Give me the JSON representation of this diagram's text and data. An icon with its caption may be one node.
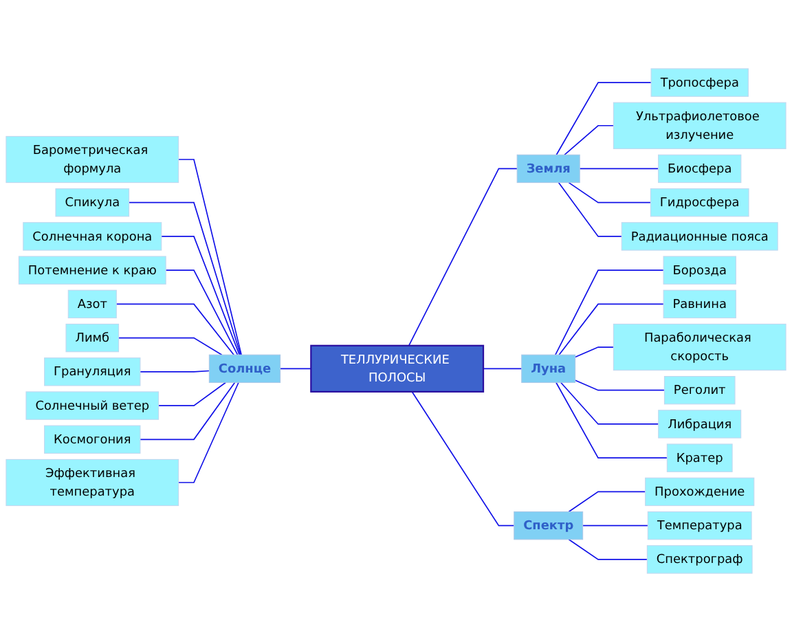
{
  "diagram": {
    "nodes": [
      {
        "text": [
          "ТЕЛЛУРИЧЕСКИЕ ПОЛОСЫ"
        ]
      },
      {
        "text": [
          "Солнце"
        ]
      },
      {
        "text": [
          "Барометрическая формула"
        ]
      },
      {
        "text": [
          "Спикула"
        ]
      },
      {
        "text": [
          "Солнечная корона"
        ]
      },
      {
        "text": [
          "Потемнение к краю"
        ]
      },
      {
        "text": [
          "Азот"
        ]
      },
      {
        "text": [
          "Лимб"
        ]
      },
      {
        "text": [
          "Грануляция"
        ]
      },
      {
        "text": [
          "Солнечный ветер"
        ]
      },
      {
        "text": [
          "Космогония"
        ]
      },
      {
        "text": [
          "Эффективная температура"
        ]
      },
      {
        "text": [
          "Земля"
        ]
      },
      {
        "text": [
          "Тропосфера"
        ]
      },
      {
        "text": [
          "Ультрафиолетовое излучение"
        ]
      },
      {
        "text": [
          "Биосфера"
        ]
      },
      {
        "text": [
          "Гидросфера"
        ]
      },
      {
        "text": [
          "Радиационные пояса"
        ]
      },
      {
        "text": [
          "Луна"
        ]
      },
      {
        "text": [
          "Борозда"
        ]
      },
      {
        "text": [
          "Равнина"
        ]
      },
      {
        "text": [
          "Параболическая скорость"
        ]
      },
      {
        "text": [
          "Реголит"
        ]
      },
      {
        "text": [
          "Либрация"
        ]
      },
      {
        "text": [
          "Кратер"
        ]
      },
      {
        "text": [
          "Спектр"
        ]
      },
      {
        "text": [
          "Прохождение"
        ]
      },
      {
        "text": [
          "Температура"
        ]
      },
      {
        "text": [
          "Спектрограф"
        ]
      }
    ],
    "edges": [
      {
        "from": 0,
        "to": 1,
        "arrow": "none"
      },
      {
        "from": 0,
        "to": 12,
        "arrow": "none"
      },
      {
        "from": 0,
        "to": 18,
        "arrow": "none"
      },
      {
        "from": 0,
        "to": 25,
        "arrow": "none"
      },
      {
        "from": 1,
        "to": 2,
        "arrow": "none"
      },
      {
        "from": 1,
        "to": 3,
        "arrow": "none"
      },
      {
        "from": 1,
        "to": 4,
        "arrow": "none"
      },
      {
        "from": 1,
        "to": 5,
        "arrow": "none"
      },
      {
        "from": 1,
        "to": 6,
        "arrow": "none"
      },
      {
        "from": 1,
        "to": 7,
        "arrow": "none"
      },
      {
        "from": 1,
        "to": 8,
        "arrow": "none"
      },
      {
        "from": 1,
        "to": 9,
        "arrow": "none"
      },
      {
        "from": 1,
        "to": 10,
        "arrow": "none"
      },
      {
        "from": 1,
        "to": 11,
        "arrow": "none"
      },
      {
        "from": 12,
        "to": 13,
        "arrow": "none"
      },
      {
        "from": 12,
        "to": 14,
        "arrow": "none"
      },
      {
        "from": 12,
        "to": 15,
        "arrow": "none"
      },
      {
        "from": 12,
        "to": 16,
        "arrow": "none"
      },
      {
        "from": 12,
        "to": 17,
        "arrow": "none"
      },
      {
        "from": 18,
        "to": 19,
        "arrow": "none"
      },
      {
        "from": 18,
        "to": 20,
        "arrow": "none"
      },
      {
        "from": 18,
        "to": 21,
        "arrow": "none"
      },
      {
        "from": 18,
        "to": 22,
        "arrow": "none"
      },
      {
        "from": 18,
        "to": 23,
        "arrow": "none"
      },
      {
        "from": 18,
        "to": 24,
        "arrow": "none"
      },
      {
        "from": 25,
        "to": 26,
        "arrow": "none"
      },
      {
        "from": 25,
        "to": 27,
        "arrow": "none"
      },
      {
        "from": 25,
        "to": 28,
        "arrow": "none"
      }
    ]
  }
}
